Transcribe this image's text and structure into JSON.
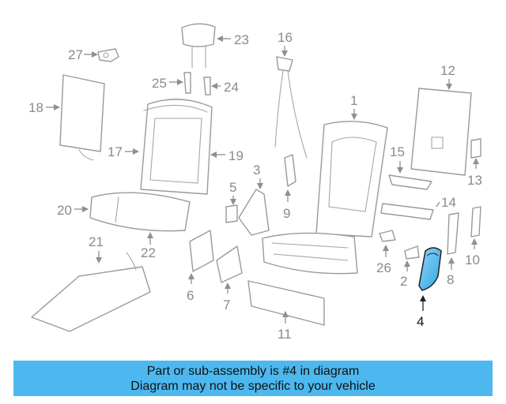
{
  "callouts": {
    "p1": "1",
    "p2": "2",
    "p3": "3",
    "p4": "4",
    "p5": "5",
    "p6": "6",
    "p7": "7",
    "p8": "8",
    "p9": "9",
    "p10": "10",
    "p11": "11",
    "p12": "12",
    "p13": "13",
    "p14": "14",
    "p15": "15",
    "p16": "16",
    "p17": "17",
    "p18": "18",
    "p19": "19",
    "p20": "20",
    "p21": "21",
    "p22": "22",
    "p23": "23",
    "p24": "24",
    "p25": "25",
    "p26": "26",
    "p27": "27"
  },
  "highlight": {
    "part": "4",
    "color": "#4cb8ef"
  },
  "banner": {
    "line1": "Part or sub-assembly is #4 in diagram",
    "line2": "Diagram may not be specific to your vehicle",
    "background": "#4cb8ef"
  }
}
